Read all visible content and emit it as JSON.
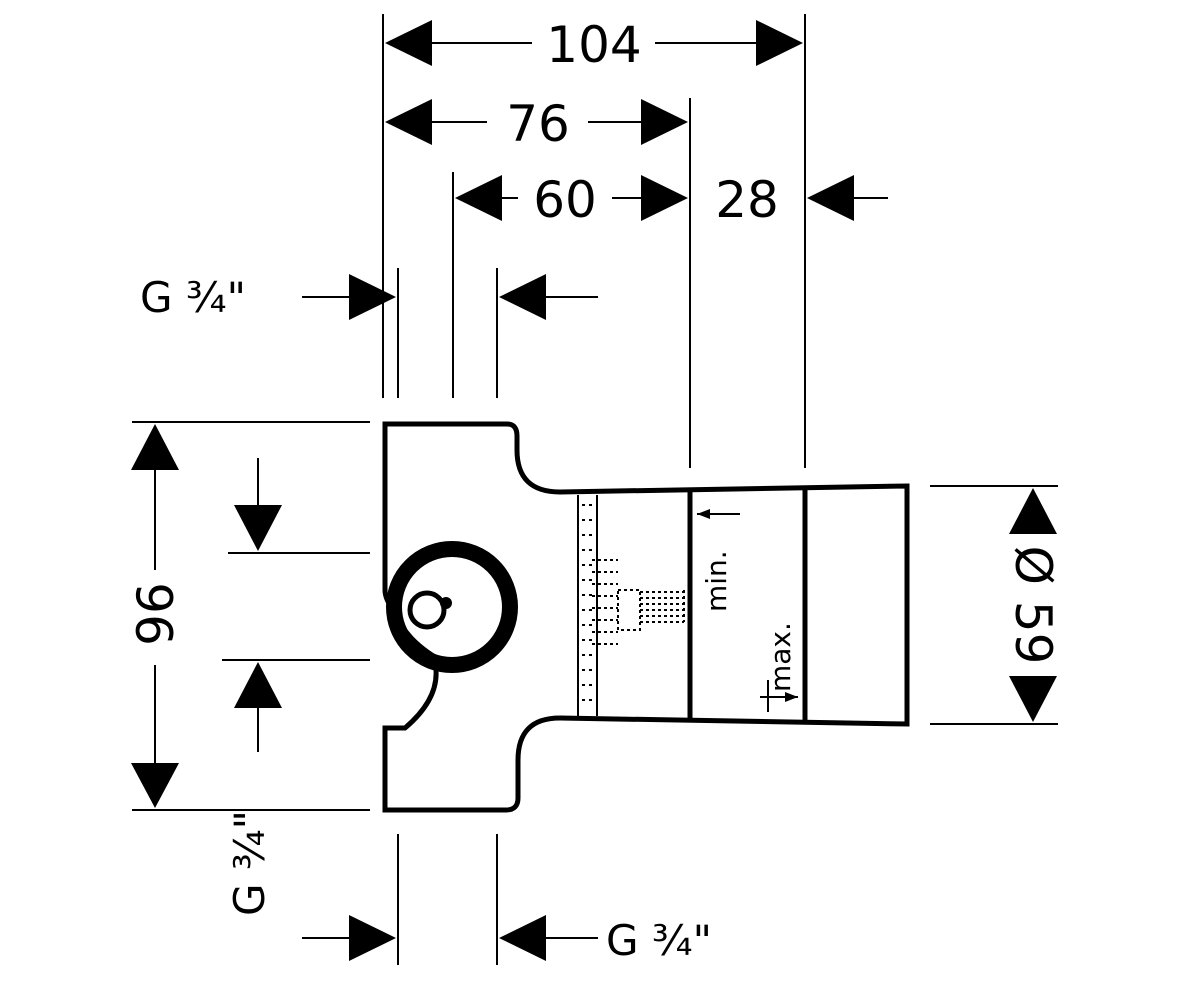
{
  "dimensions": {
    "width_total": "104",
    "width_76": "76",
    "width_60": "60",
    "width_28": "28",
    "height_96": "96",
    "diameter": "Ø 59"
  },
  "threads": {
    "top_left": "G ¾\"",
    "left_vertical": "G ¾\"",
    "bottom_right": "G ¾\""
  },
  "annotations": {
    "min": "min.",
    "max": "max."
  }
}
